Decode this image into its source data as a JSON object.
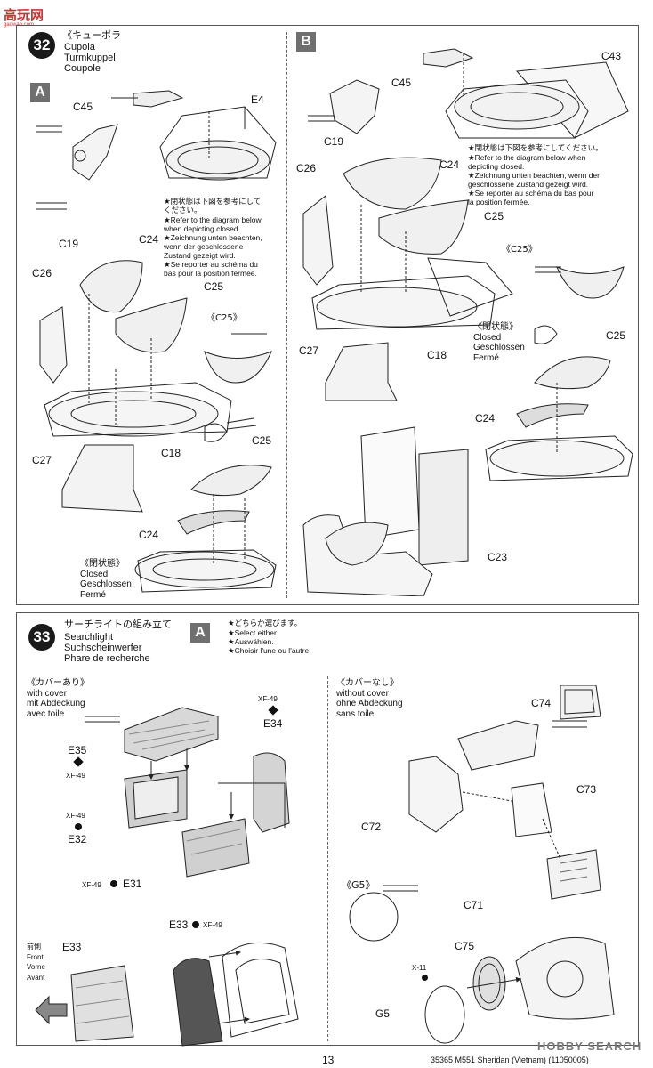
{
  "header": {
    "logo_text": "高玩网",
    "logo_sub": "gaowan.com"
  },
  "step32": {
    "number": "32",
    "title_jp": "《キューポラ",
    "title_en": "Cupola",
    "title_de": "Turmkuppel",
    "title_fr": "Coupole",
    "panelA": {
      "label": "A",
      "parts": {
        "c45": "C45",
        "e4": "E4",
        "c19": "C19",
        "c24": "C24",
        "c26": "C26",
        "c25": "C25",
        "c18": "C18",
        "c27": "C27",
        "c25b": "C25",
        "c24b": "C24"
      },
      "note": [
        "★閉状態は下図を参考にして",
        "ください。",
        "★Refer to the diagram below",
        "when depicting closed.",
        "★Zeichnung unten beachten,",
        "wenn der geschlossene",
        "Zustand gezeigt wird.",
        "★Se reporter au schéma du",
        "bas pour la position fermée."
      ],
      "c25_label": "《C25》",
      "closed": [
        "《閉状態》",
        "Closed",
        "Geschlossen",
        "Fermé"
      ]
    },
    "panelB": {
      "label": "B",
      "parts": {
        "c45": "C45",
        "c43": "C43",
        "c19": "C19",
        "c24": "C24",
        "c26": "C26",
        "c25": "C25",
        "c27": "C27",
        "c18": "C18",
        "c25b": "C25",
        "c24b": "C24",
        "c23": "C23"
      },
      "note": [
        "★閉状態は下図を参考にしてください。",
        "★Refer to the diagram below when",
        "depicting closed.",
        "★Zeichnung unten beachten, wenn der",
        "geschlossene Zustand gezeigt wird.",
        "★Se reporter au schéma du bas pour",
        "la position fermée."
      ],
      "c25_label": "《C25》",
      "closed": [
        "《閉状態》",
        "Closed",
        "Geschlossen",
        "Fermé"
      ]
    }
  },
  "step33": {
    "number": "33",
    "title_jp": "サーチライトの組み立て",
    "title_en": "Searchlight",
    "title_de": "Suchscheinwerfer",
    "title_fr": "Phare de recherche",
    "panel_label": "A",
    "select_note": [
      "★どちらか選びます。",
      "★Select either.",
      "★Auswählen.",
      "★Choisir l'une ou l'autre."
    ],
    "with_cover": [
      "《カバーあり》",
      "with cover",
      "mit Abdeckung",
      "avec toile"
    ],
    "without_cover": [
      "《カバーなし》",
      "without cover",
      "ohne Abdeckung",
      "sans toile"
    ],
    "parts": {
      "e35": "E35",
      "e34": "E34",
      "e32": "E32",
      "e31": "E31",
      "e33a": "E33",
      "e33b": "E33",
      "c74": "C74",
      "c73": "C73",
      "c72": "C72",
      "c71": "C71",
      "g5": "《G5》",
      "c75": "C75",
      "g5b": "G5"
    },
    "paint": {
      "xf49_a": "XF-49",
      "xf49_b": "XF-49",
      "xf49_c": "XF-49",
      "xf49_d": "XF-49",
      "xf49_e": "XF-49",
      "x11": "X-11"
    },
    "front": [
      "前側",
      "Front",
      "Vorne",
      "Avant"
    ]
  },
  "footer": {
    "page": "13",
    "code": "35365  M551 Sheridan (Vietnam) (11050005)",
    "watermark": "HOBBY SEARCH"
  }
}
